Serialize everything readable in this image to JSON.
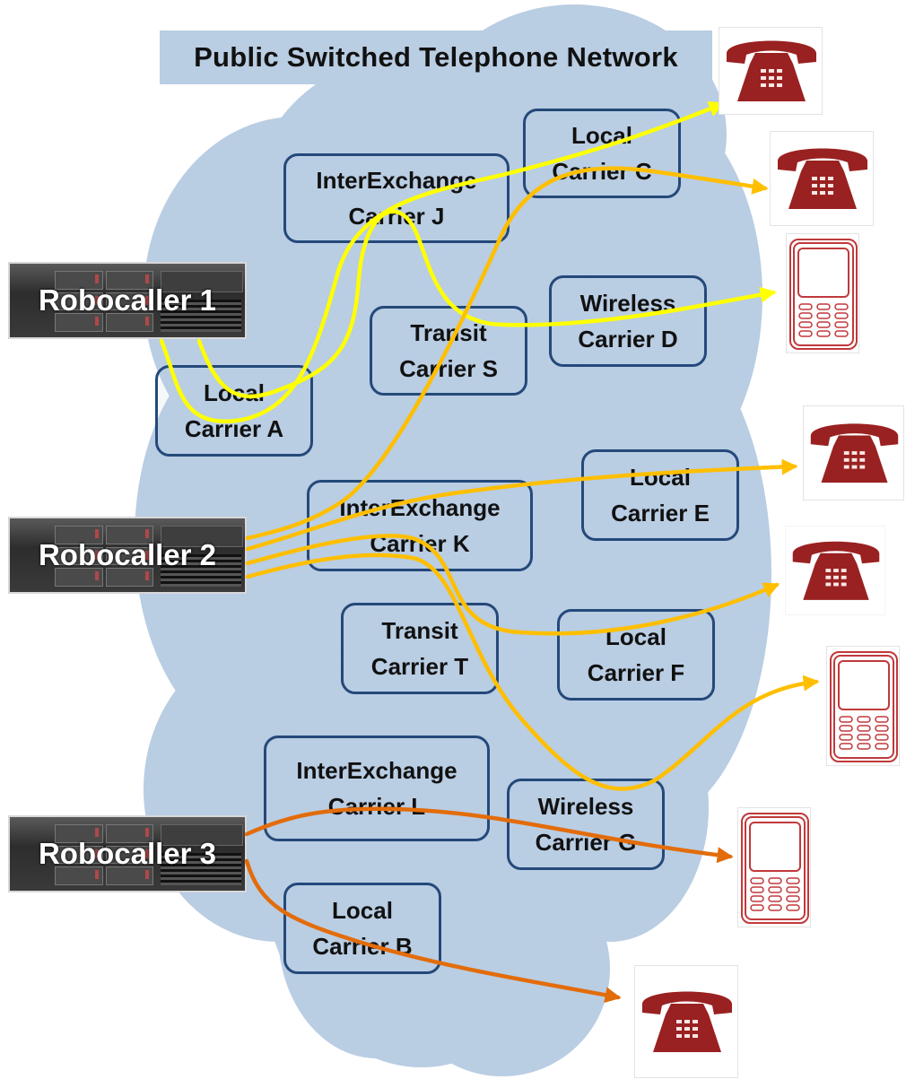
{
  "diagram": {
    "title": "Public Switched Telephone Network",
    "colors": {
      "cloud": "#b9cde3",
      "carrier_border": "#24497a",
      "robocaller_1_path": "#ffff00",
      "robocaller_2_path": "#ffbf00",
      "robocaller_3_path": "#e36c0a",
      "phone": "#9a2121"
    },
    "robocallers": [
      {
        "id": "r1",
        "label": "Robocaller 1"
      },
      {
        "id": "r2",
        "label": "Robocaller 2"
      },
      {
        "id": "r3",
        "label": "Robocaller 3"
      }
    ],
    "carriers": [
      {
        "id": "J",
        "line1": "InterExchange",
        "line2": "Carrier J"
      },
      {
        "id": "C",
        "line1": "Local",
        "line2": "Carrier C"
      },
      {
        "id": "S",
        "line1": "Transit",
        "line2": "Carrier S"
      },
      {
        "id": "D",
        "line1": "Wireless",
        "line2": "Carrier D"
      },
      {
        "id": "A",
        "line1": "Local",
        "line2": "Carrier A"
      },
      {
        "id": "K",
        "line1": "InterExchange",
        "line2": "Carrier K"
      },
      {
        "id": "E",
        "line1": "Local",
        "line2": "Carrier E"
      },
      {
        "id": "T",
        "line1": "Transit",
        "line2": "Carrier T"
      },
      {
        "id": "F",
        "line1": "Local",
        "line2": "Carrier F"
      },
      {
        "id": "L",
        "line1": "InterExchange",
        "line2": "Carrier L"
      },
      {
        "id": "G",
        "line1": "Wireless",
        "line2": "Carrier G"
      },
      {
        "id": "B",
        "line1": "Local",
        "line2": "Carrier B"
      }
    ],
    "endpoints": [
      {
        "id": "p1",
        "type": "landline-phone"
      },
      {
        "id": "p2",
        "type": "landline-phone"
      },
      {
        "id": "p3",
        "type": "mobile-phone"
      },
      {
        "id": "p4",
        "type": "landline-phone"
      },
      {
        "id": "p5",
        "type": "landline-phone"
      },
      {
        "id": "p6",
        "type": "mobile-phone"
      },
      {
        "id": "p7",
        "type": "mobile-phone"
      },
      {
        "id": "p8",
        "type": "landline-phone"
      }
    ],
    "call_paths": [
      {
        "from": "Robocaller 1",
        "via": [
          "Local Carrier A",
          "InterExchange Carrier J",
          "Local Carrier C"
        ],
        "to": "landline-phone"
      },
      {
        "from": "Robocaller 1",
        "via": [
          "Local Carrier A",
          "InterExchange Carrier J",
          "Wireless Carrier D"
        ],
        "to": "mobile-phone"
      },
      {
        "from": "Robocaller 2",
        "via": [
          "InterExchange Carrier K",
          "Transit Carrier S",
          "Local Carrier C"
        ],
        "to": "landline-phone"
      },
      {
        "from": "Robocaller 2",
        "via": [
          "InterExchange Carrier K",
          "Local Carrier E"
        ],
        "to": "landline-phone"
      },
      {
        "from": "Robocaller 2",
        "via": [
          "InterExchange Carrier K",
          "Local Carrier F"
        ],
        "to": "landline-phone"
      },
      {
        "from": "Robocaller 2",
        "via": [
          "InterExchange Carrier K",
          "Transit Carrier T",
          "Wireless Carrier G"
        ],
        "to": "mobile-phone"
      },
      {
        "from": "Robocaller 3",
        "via": [
          "InterExchange Carrier L",
          "Wireless Carrier G"
        ],
        "to": "mobile-phone"
      },
      {
        "from": "Robocaller 3",
        "via": [
          "Local Carrier B"
        ],
        "to": "landline-phone"
      }
    ]
  }
}
